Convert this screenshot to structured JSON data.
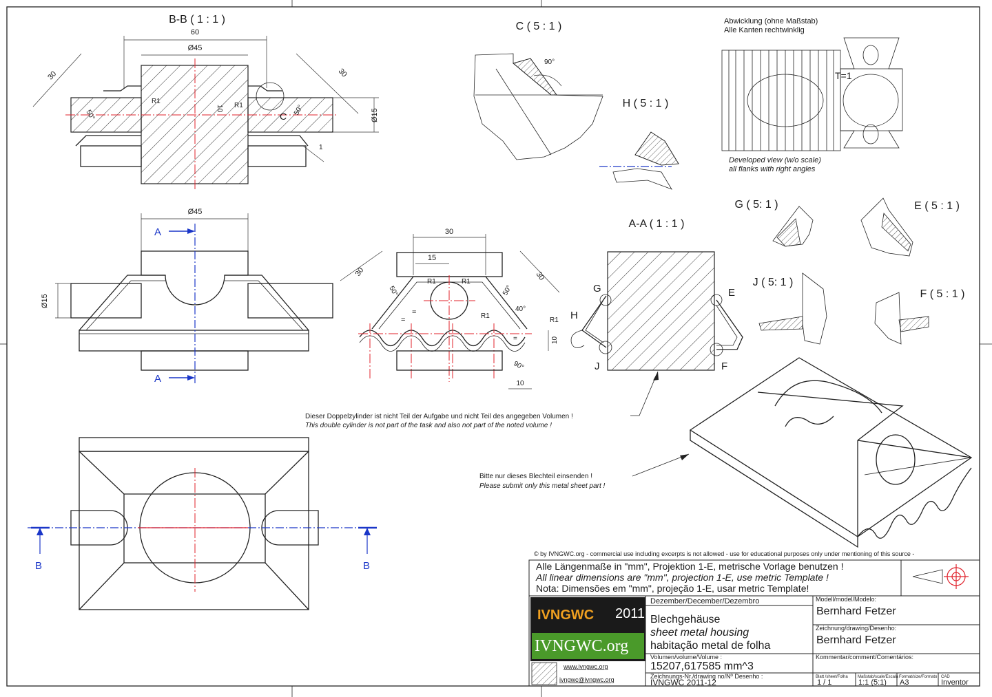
{
  "views": {
    "bb": {
      "title": "B-B ( 1 : 1 )",
      "dim_60": "60",
      "dim_d45": "Ø45",
      "dim_30a": "30",
      "dim_30b": "30",
      "dim_r1a": "R1",
      "dim_r1b": "R1",
      "dim_10": "10",
      "dim_50a": "50°",
      "dim_50b": "50°",
      "dim_d15": "Ø15",
      "dim_1": "1",
      "detail_c": "C"
    },
    "c": {
      "title": "C ( 5 : 1 )",
      "angle": "90°"
    },
    "h": {
      "title": "H ( 5 : 1 )"
    },
    "front": {
      "dim_d45": "Ø45",
      "dim_d15": "Ø15",
      "cut_a_top": "A",
      "cut_a_bottom": "A"
    },
    "side": {
      "dim_30": "30",
      "dim_15": "15",
      "dim_r1a": "R1",
      "dim_r1b": "R1",
      "dim_r1c": "R1",
      "dim_r1d": "R1",
      "dim_30a": "30",
      "dim_30b": "30",
      "dim_50a": "50°",
      "dim_50b": "50°",
      "dim_40": "40°",
      "dim_90": "90°",
      "dim_10a": "10",
      "dim_10b": "10",
      "eq1": "=",
      "eq2": "=",
      "eq3": "="
    },
    "aa": {
      "title": "A-A ( 1 : 1 )",
      "g": "G",
      "e": "E",
      "h": "H",
      "j": "J",
      "f": "F"
    },
    "g": {
      "title": "G ( 5: 1 )"
    },
    "e": {
      "title": "E ( 5 : 1 )"
    },
    "j": {
      "title": "J ( 5: 1 )"
    },
    "f": {
      "title": "F ( 5 : 1 )"
    },
    "dev": {
      "title_de": "Abwicklung (ohne Maßstab)",
      "sub_de": "Alle Kanten rechtwinklig",
      "thickness": "T=1",
      "title_en": "Developed view (w/o scale)",
      "sub_en": "all flanks with right angles"
    },
    "top": {
      "cut_b_left": "B",
      "cut_b_right": "B"
    }
  },
  "notes": {
    "cyl_de": "Dieser Doppelzylinder ist nicht Teil der Aufgabe und nicht Teil des angegeben Volumen !",
    "cyl_en": "This double cylinder is not part of the task and also not part of the noted volume !",
    "submit_de": "Bitte nur dieses Blechteil einsenden !",
    "submit_en": "Please submit only this metal sheet part !",
    "copyright": "© by IVNGWC.org - commercial use including excerpts is not allowed - use for educational purposes only under mentioning of this source -"
  },
  "title_block": {
    "units_de": "Alle Längenmaße in \"mm\", Projektion 1-E, metrische Vorlage benutzen !",
    "units_en": "All linear dimensions are \"mm\", projection 1-E, use metric Template !",
    "units_pt": "Nota: Dimensões em \"mm\", projeção 1-E, usar metric Template!",
    "logo_year": "2011",
    "logo_name": "IVNGWC",
    "logo_org": "IVNGWC.org",
    "web": "www.ivngwc.org",
    "email": "ivngwc@ivngwc.org",
    "date": "Dezember/December/Dezembro",
    "name_de": "Blechgehäuse",
    "name_en": "sheet metal housing",
    "name_pt": "habitação metal de folha",
    "volume_label": "Volumen/volume/Volume :",
    "volume": "15207,617585 mm^3",
    "drawing_no_label": "Zeichnungs-Nr./drawing no/Nº Desenho :",
    "drawing_no": "IVNGWC 2011-12",
    "model_label": "Modell/model/Modelo:",
    "model_author": "Bernhard Fetzer",
    "drawing_label": "Zeichnung/drawing/Desenho:",
    "drawing_author": "Bernhard Fetzer",
    "comment_label": "Kommentar/comment/Comentários:",
    "sheet_label": "Blatt /sheet/Folha",
    "sheet": "1 / 1",
    "scale_label": "Maßstab/scale/Escala",
    "scale": "1:1 (5:1)",
    "format_label": "Format/size/Formato",
    "format": "A3",
    "cad_label": "CAD",
    "cad": "Inventor"
  },
  "colors": {
    "centerline": "#e0202a",
    "cutline": "#1a36c8",
    "logo_green": "#4a9a2a"
  }
}
